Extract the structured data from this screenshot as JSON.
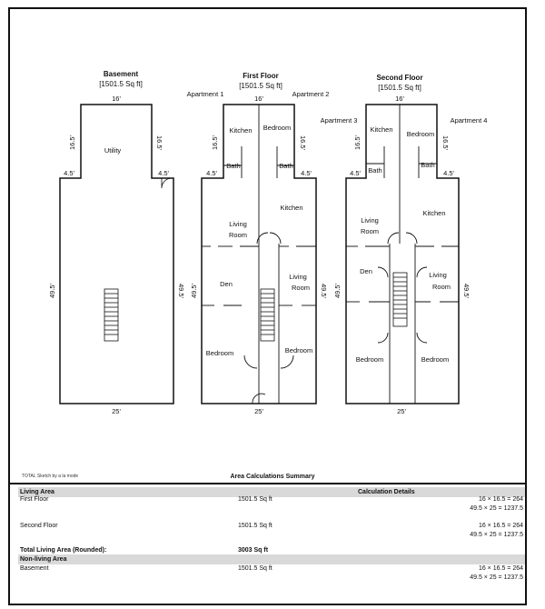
{
  "floors": {
    "basement": {
      "title": "Basement",
      "area": "[1501.5 Sq ft]",
      "dims": {
        "top": "16'",
        "left_upper": "16.5'",
        "right_upper": "16.5'",
        "left_step": "4.5'",
        "right_step": "4.5'",
        "left_side": "49.5'",
        "right_side": "49.5'",
        "bottom": "25'"
      },
      "rooms": {
        "utility": "Utility"
      }
    },
    "first": {
      "title": "First Floor",
      "area": "[1501.5 Sq ft]",
      "apartments": [
        "Apartment 1",
        "Apartment 2"
      ],
      "dims": {
        "top": "16'",
        "left_upper": "16.5'",
        "right_upper": "16.5'",
        "left_step": "4.5'",
        "right_step": "4.5'",
        "left_side": "49.5'",
        "right_side": "49.5'",
        "bottom": "25'"
      },
      "rooms": {
        "kitchen_top": "Kitchen",
        "bedroom_top": "Bedroom",
        "bath_left": "Bath",
        "bath_right": "Bath",
        "kitchen_right": "Kitchen",
        "living_left_1": "Living",
        "living_left_2": "Room",
        "den": "Den",
        "living_right_1": "Living",
        "living_right_2": "Room",
        "bedroom_left": "Bedroom",
        "bedroom_right": "Bedroom"
      }
    },
    "second": {
      "title": "Second Floor",
      "area": "[1501.5 Sq ft]",
      "apartments": [
        "Apartment 3",
        "Apartment 4"
      ],
      "dims": {
        "top": "16'",
        "left_upper": "16.5'",
        "right_upper": "16.5'",
        "left_step": "4.5'",
        "right_step": "4.5'",
        "left_side": "49.5'",
        "right_side": "49.5'",
        "bottom": "25'"
      },
      "rooms": {
        "kitchen_top": "Kitchen",
        "bedroom_top": "Bedroom",
        "bath_left": "Bath",
        "bath_right": "Bath",
        "living_left_1": "Living",
        "living_left_2": "Room",
        "kitchen_right": "Kitchen",
        "den": "Den",
        "living_right_1": "Living",
        "living_right_2": "Room",
        "bedroom_left": "Bedroom",
        "bedroom_right": "Bedroom"
      }
    }
  },
  "summary": {
    "credit": "TOTAL Sketch by a la mode",
    "title": "Area Calculations Summary",
    "living_area_header": "Living Area",
    "calc_details_header": "Calculation Details",
    "first_floor": {
      "label": "First Floor",
      "area": "1501.5 Sq ft",
      "calc1": "16 × 16.5 =       264",
      "calc2": "49.5 × 25 = 1237.5"
    },
    "second_floor": {
      "label": "Second Floor",
      "area": "1501.5 Sq ft",
      "calc1": "16 × 16.5 =       264",
      "calc2": "49.5 × 25 = 1237.5"
    },
    "total": {
      "label": "Total Living Area (Rounded):",
      "area": "3003 Sq ft"
    },
    "non_living_header": "Non-living Area",
    "basement": {
      "label": "Basement",
      "area": "1501.5 Sq ft",
      "calc1": "16 × 16.5 =       264",
      "calc2": "49.5 × 25 = 1237.5"
    }
  }
}
